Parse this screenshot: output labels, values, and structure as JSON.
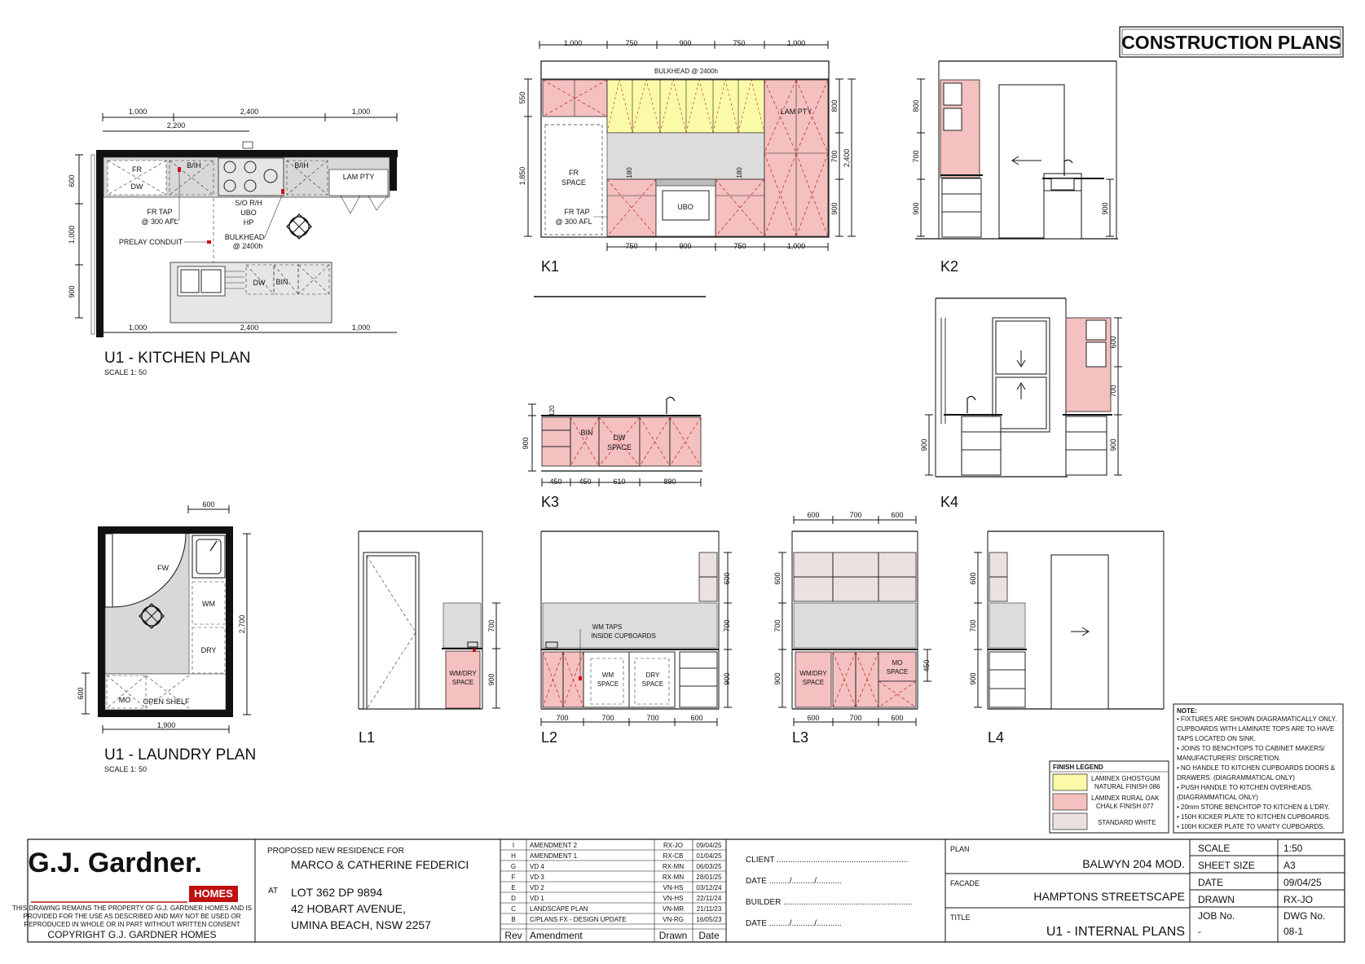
{
  "header": {
    "title": "CONSTRUCTION PLANS"
  },
  "kitchen_plan": {
    "title": "U1 - KITCHEN PLAN",
    "scale": "SCALE 1: 50",
    "dims_top": [
      "1,000",
      "2,400",
      "1,000"
    ],
    "dim_top2": "2,200",
    "dims_bottom": [
      "1,000",
      "2,400",
      "1,000"
    ],
    "dims_left": [
      "600",
      "1,000",
      "900"
    ],
    "labels": {
      "fr": "FR",
      "dw": "DW",
      "bih1": "B/IH",
      "bih2": "B/IH",
      "lampty": "LAM PTY",
      "sorh": "S/O R/H",
      "ubo": "UBO",
      "hp": "HP",
      "frtap": "FR TAP",
      "frtap2": "@ 300 AFL",
      "prelay": "PRELAY CONDUIT",
      "bulkhead": "BULKHEAD",
      "bulkhead2": "@ 2400h",
      "island_dw": "DW",
      "island_bin": "BIN"
    }
  },
  "k1": {
    "name": "K1",
    "bulkhead": "BULKHEAD @ 2400h",
    "dims_top": [
      "1,000",
      "750",
      "900",
      "750",
      "1,000"
    ],
    "dims_bottom": [
      "750",
      "900",
      "750",
      "1,000"
    ],
    "dims_left": [
      "550",
      "1,850"
    ],
    "dims_right": [
      "800",
      "700",
      "900"
    ],
    "dim_right2": "2,400",
    "dims_mid": [
      "180",
      "180"
    ],
    "fr_space": "FR",
    "fr_space2": "SPACE",
    "fr_tap": "FR TAP",
    "fr_tap2": "@ 300 AFL",
    "ubo": "UBO",
    "lampty": "LAM PTY"
  },
  "k2": {
    "name": "K2",
    "dims_left": [
      "800",
      "700",
      "900"
    ],
    "dims_right": [
      "900"
    ]
  },
  "k3": {
    "name": "K3",
    "dims_left": [
      "120",
      "900"
    ],
    "dims_bottom": [
      "450",
      "450",
      "610",
      "890"
    ],
    "bin": "BIN",
    "dw": "DW",
    "dw2": "SPACE"
  },
  "k4": {
    "name": "K4",
    "dims_left": [
      "900"
    ],
    "dims_right": [
      "600",
      "700",
      "900"
    ]
  },
  "laundry_plan": {
    "title": "U1 - LAUNDRY PLAN",
    "scale": "SCALE 1: 50",
    "dim_top": "600",
    "dim_bottom": "1,900",
    "dim_right": "2,700",
    "dim_left": "600",
    "fw": "FW",
    "wm": "WM",
    "dry": "DRY",
    "mo": "MO",
    "open_shelf": "OPEN SHELF"
  },
  "l1": {
    "name": "L1",
    "dims_right": [
      "700",
      "900"
    ],
    "wm": "WM/DRY",
    "wm2": "SPACE"
  },
  "l2": {
    "name": "L2",
    "dims_right": [
      "600",
      "700",
      "900"
    ],
    "dims_bottom": [
      "700",
      "700",
      "700",
      "600"
    ],
    "taps": "WM TAPS",
    "taps2": "INSIDE CUPBOARDS",
    "wm": "WM",
    "wm2": "SPACE",
    "dry": "DRY",
    "dry2": "SPACE"
  },
  "l3": {
    "name": "L3",
    "dims_top": [
      "600",
      "700",
      "600"
    ],
    "dims_bottom": [
      "600",
      "700",
      "600"
    ],
    "dims_left": [
      "600",
      "700",
      "900"
    ],
    "dim_right": "450",
    "wm": "WM/DRY",
    "wm2": "SPACE",
    "mo": "MO",
    "mo2": "SPACE"
  },
  "l4": {
    "name": "L4",
    "dims_left": [
      "600",
      "700",
      "900"
    ]
  },
  "finish_legend": {
    "title": "FINISH LEGEND",
    "items": [
      {
        "label1": "LAMINEX GHOSTGUM",
        "label2": "NATURAL FINISH 086",
        "color": "#fafaa8"
      },
      {
        "label1": "LAMINEX RURAL OAK",
        "label2": "CHALK FINISH 077",
        "color": "#f4c0c0"
      },
      {
        "label1": "STANDARD WHITE",
        "label2": "",
        "color": "#ebe2e0"
      }
    ]
  },
  "notes": {
    "title": "NOTE:",
    "lines": [
      "• FIXTURES ARE SHOWN DIAGRAMATICALLY ONLY.",
      "  CUPBOARDS WITH LAMINATE TOPS ARE TO HAVE",
      "  TAPS LOCATED ON SINK.",
      "• JOINS TO BENCHTOPS TO CABINET MAKERS/",
      "  MANUFACTURERS' DISCRETION.",
      "• NO HANDLE TO KITCHEN CUPBOARDS DOORS &",
      "  DRAWERS. (DIAGRAMMATICAL ONLY)",
      "• PUSH HANDLE TO KITCHEN OVERHEADS.",
      "  (DIAGRAMMATICAL ONLY)",
      "• 20mm STONE BENCHTOP TO KITCHEN & L'DRY.",
      "• 150H KICKER PLATE TO KITCHEN CUPBOARDS.",
      "• 100H KICKER PLATE TO VANITY CUPBOARDS."
    ]
  },
  "title_block": {
    "company": "G.J. Gardner.",
    "homes": "HOMES",
    "disclaimer": [
      "THIS DRAWING REMAINS THE PROPERTY OF G.J. GARDNER HOMES AND IS",
      "PROVIDED FOR THE USE AS DESCRIBED AND MAY NOT BE USED OR",
      "REPRODUCED IN WHOLE OR IN PART WITHOUT WRITTEN CONSENT"
    ],
    "copyright": "COPYRIGHT G.J. GARDNER HOMES",
    "proposed": "PROPOSED NEW RESIDENCE FOR",
    "client_name": "MARCO & CATHERINE FEDERICI",
    "at": "AT",
    "address": [
      "LOT 362 DP 9894",
      "42 HOBART AVENUE,",
      "UMINA BEACH, NSW 2257"
    ],
    "revisions": [
      {
        "rev": "I",
        "amendment": "AMENDMENT 2",
        "drawn": "RX-JO",
        "date": "09/04/25"
      },
      {
        "rev": "H",
        "amendment": "AMENDMENT 1",
        "drawn": "RX-CB",
        "date": "01/04/25"
      },
      {
        "rev": "G",
        "amendment": "VD 4",
        "drawn": "RX-MN",
        "date": "06/03/25"
      },
      {
        "rev": "F",
        "amendment": "VD 3",
        "drawn": "RX-MN",
        "date": "28/01/25"
      },
      {
        "rev": "E",
        "amendment": "VD 2",
        "drawn": "VN-HS",
        "date": "03/12/24"
      },
      {
        "rev": "D",
        "amendment": "VD 1",
        "drawn": "VN-HS",
        "date": "22/11/24"
      },
      {
        "rev": "C",
        "amendment": "LANDSCAPE PLAN",
        "drawn": "VN-MR",
        "date": "21/11/23"
      },
      {
        "rev": "B",
        "amendment": "C/PLANS FX - DESIGN UPDATE",
        "drawn": "VN-RG",
        "date": "16/05/23"
      }
    ],
    "rev_header": {
      "rev": "Rev",
      "amendment": "Amendment",
      "drawn": "Drawn",
      "date": "Date"
    },
    "client": "CLIENT ..........................................................",
    "date1": "DATE ........./........../...........",
    "builder": "BUILDER .........................................................",
    "date2": "DATE ........./........../...........",
    "plan_label": "PLAN",
    "plan": "BALWYN 204 MOD.",
    "facade_label": "FACADE",
    "facade": "HAMPTONS STREETSCAPE",
    "title_label": "TITLE",
    "title": "U1 - INTERNAL PLANS",
    "scale_label": "SCALE",
    "scale": "1:50",
    "sheet_label": "SHEET SIZE",
    "sheet": "A3",
    "date_label": "DATE",
    "date": "09/04/25",
    "drawn_label": "DRAWN",
    "drawn": "RX-JO",
    "job_label": "JOB No.",
    "job": "-",
    "dwg_label": "DWG No.",
    "dwg": "08-1"
  }
}
